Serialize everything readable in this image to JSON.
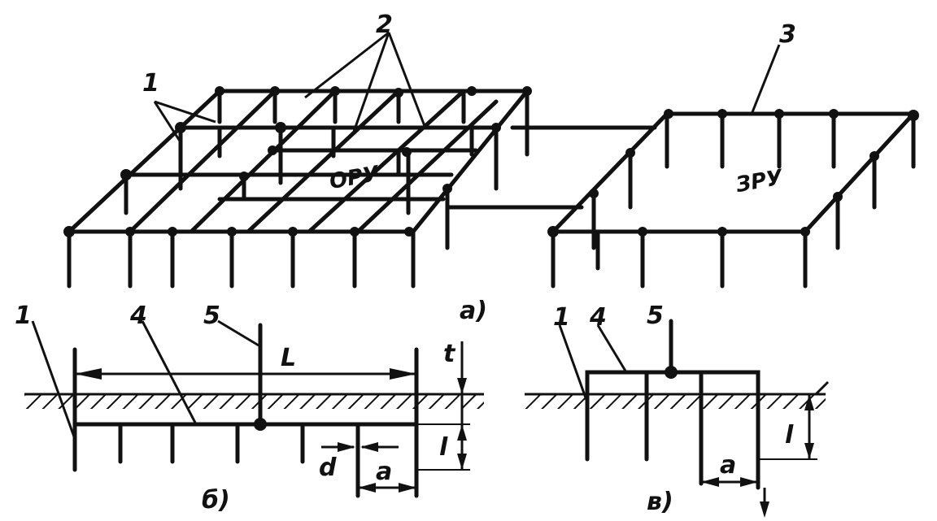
{
  "labels": {
    "orу": "ОРУ",
    "zru": "ЗРУ",
    "n1": "1",
    "n2": "2",
    "n3": "3",
    "n4": "4",
    "n5": "5",
    "sub_a": "а)",
    "sub_b": "б)",
    "sub_v": "в)",
    "dim_L": "L",
    "dim_t": "t",
    "dim_l": "l",
    "dim_a": "a",
    "dim_d": "d"
  }
}
